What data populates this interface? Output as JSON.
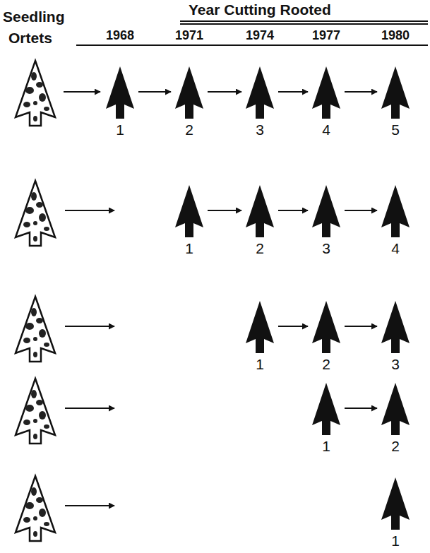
{
  "diagram": {
    "nodes": [
      {
        "text": [
          "1"
        ]
      },
      {
        "text": [
          "2"
        ]
      },
      {
        "text": [
          "3"
        ]
      },
      {
        "text": [
          "4"
        ]
      },
      {
        "text": [
          "5"
        ]
      },
      {
        "text": [
          "1"
        ]
      },
      {
        "text": [
          "2"
        ]
      },
      {
        "text": [
          "3"
        ]
      },
      {
        "text": [
          "4"
        ]
      },
      {
        "text": [
          "1"
        ]
      },
      {
        "text": [
          "2"
        ]
      },
      {
        "text": [
          "3"
        ]
      },
      {
        "text": [
          "1"
        ]
      },
      {
        "text": [
          "2"
        ]
      },
      {
        "text": [
          "1"
        ]
      }
    ],
    "edges": [
      {
        "from": 0,
        "to": 1,
        "arrow": "to"
      },
      {
        "from": 1,
        "to": 2,
        "arrow": "to"
      },
      {
        "from": 2,
        "to": 3,
        "arrow": "to"
      },
      {
        "from": 3,
        "to": 4,
        "arrow": "to"
      },
      {
        "from": 5,
        "to": 6,
        "arrow": "to"
      },
      {
        "from": 6,
        "to": 7,
        "arrow": "to"
      },
      {
        "from": 7,
        "to": 8,
        "arrow": "to"
      },
      {
        "from": 9,
        "to": 10,
        "arrow": "to"
      },
      {
        "from": 10,
        "to": 11,
        "arrow": "to"
      },
      {
        "from": 12,
        "to": 13,
        "arrow": "to"
      }
    ],
    "labels": [
      "Seedling",
      "Ortets",
      "Year Cutting Rooted",
      "1968",
      "1971",
      "1974",
      "1977",
      "1980"
    ]
  }
}
